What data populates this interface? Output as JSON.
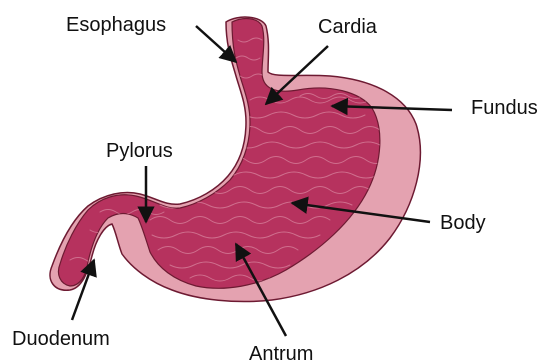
{
  "labels": {
    "esophagus": "Esophagus",
    "cardia": "Cardia",
    "fundus": "Fundus",
    "pylorus": "Pylorus",
    "body": "Body",
    "duodenum": "Duodenum",
    "antrum": "Antrum"
  },
  "colors": {
    "outer_layer": "#e4a2b0",
    "inner_mucosa": "#b6325e",
    "mucosa_folds": "#d47a96",
    "outline": "#6d1a32",
    "arrow": "#111111",
    "label_text": "#111111",
    "background": "#ffffff"
  }
}
